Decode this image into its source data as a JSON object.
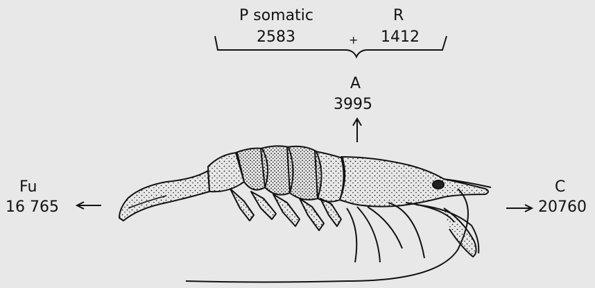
{
  "budget": {
    "p_somatic": {
      "label": "P somatic",
      "value": "2583"
    },
    "plus": "+",
    "r": {
      "label": "R",
      "value": "1412"
    },
    "a": {
      "label": "A",
      "value": "3995"
    },
    "fu": {
      "label": "Fu",
      "value": "16 765"
    },
    "c": {
      "label": "C",
      "value": "20760"
    }
  },
  "colors": {
    "ink": "#111111",
    "paper": "#e8e8e8"
  }
}
